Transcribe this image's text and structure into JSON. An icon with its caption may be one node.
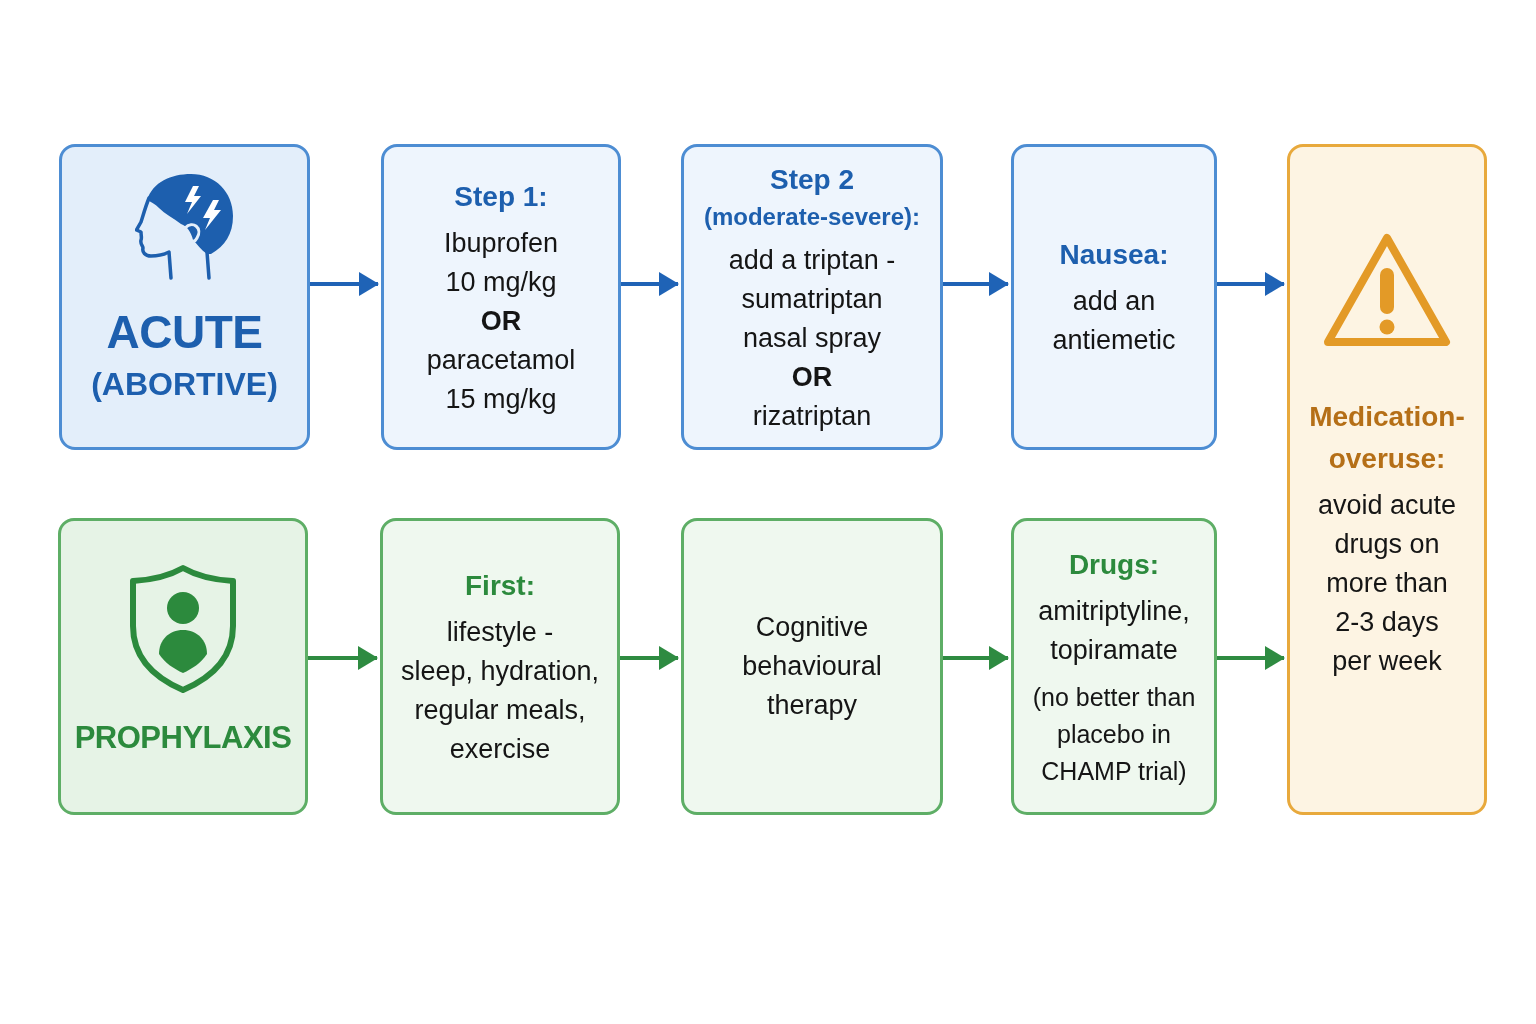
{
  "diagram": {
    "nodes": [
      {
        "text": [
          "ACUTE",
          "(ABORTIVE)"
        ]
      },
      {
        "text": [
          "Step 1:",
          "Ibuprofen 10 mg/kg",
          "OR",
          "paracetamol 15 mg/kg"
        ]
      },
      {
        "text": [
          "Step 2",
          "(moderate-severe):",
          "add a triptan - sumatriptan nasal spray",
          "OR",
          "rizatriptan"
        ]
      },
      {
        "text": [
          "Nausea:",
          "add an antiemetic"
        ]
      },
      {
        "text": [
          "Medication-overuse:",
          "avoid acute drugs on more than 2-3 days per week"
        ]
      },
      {
        "text": [
          "PROPHYLAXIS"
        ]
      },
      {
        "text": [
          "First:",
          "lifestyle - sleep, hydration, regular meals, exercise"
        ]
      },
      {
        "text": [
          "Cognitive behavioural therapy"
        ]
      },
      {
        "text": [
          "Drugs:",
          "amitriptyline, topiramate",
          "(no better than placebo in CHAMP trial)"
        ]
      }
    ],
    "edges": [
      {
        "from": 0,
        "to": 1,
        "arrow": "to",
        "color": "#1f63b6"
      },
      {
        "from": 1,
        "to": 2,
        "arrow": "to",
        "color": "#1f63b6"
      },
      {
        "from": 2,
        "to": 3,
        "arrow": "to",
        "color": "#1f63b6"
      },
      {
        "from": 3,
        "to": 4,
        "arrow": "to",
        "color": "#1f63b6"
      },
      {
        "from": 5,
        "to": 6,
        "arrow": "to",
        "color": "#2e8b41"
      },
      {
        "from": 6,
        "to": 7,
        "arrow": "to",
        "color": "#2e8b41"
      },
      {
        "from": 7,
        "to": 8,
        "arrow": "to",
        "color": "#2e8b41"
      },
      {
        "from": 8,
        "to": 4,
        "arrow": "to",
        "color": "#2e8b41"
      }
    ]
  }
}
